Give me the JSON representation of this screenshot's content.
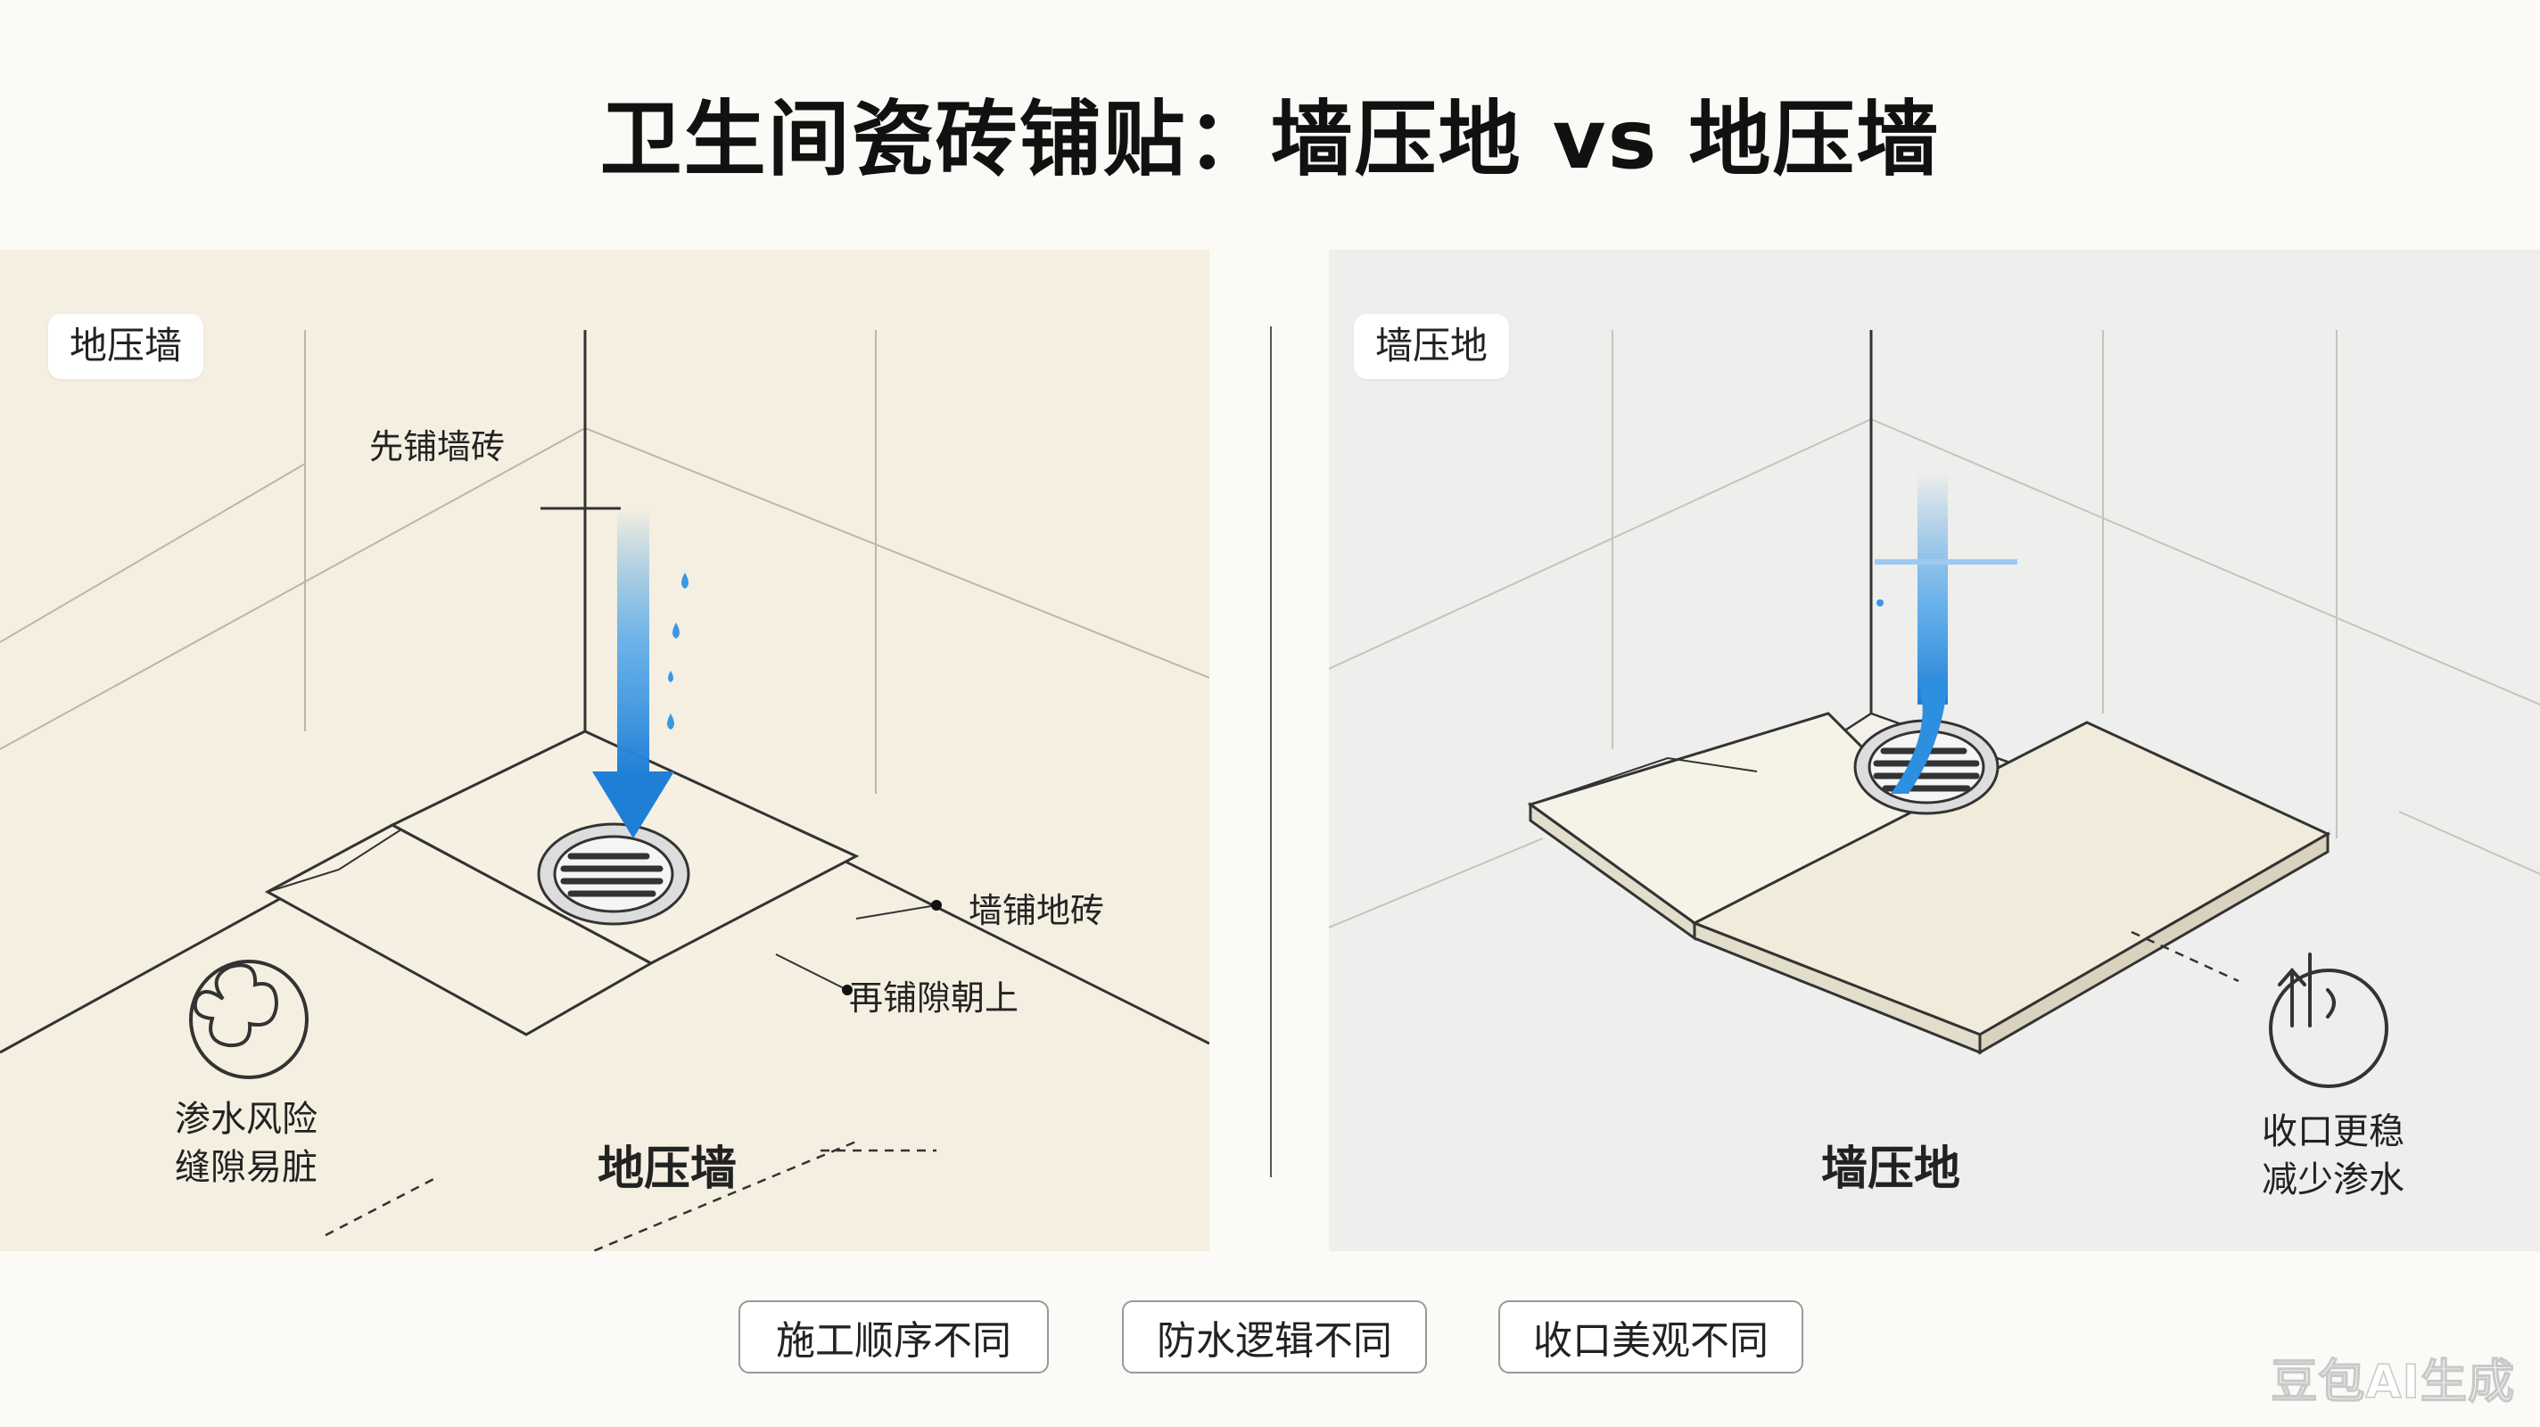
{
  "title": "卫生间瓷砖铺贴：墙压地 vs 地压墙",
  "left_panel": {
    "tag": "地压墙",
    "labels": {
      "first_wall": "先铺墙砖",
      "wall_floor": "墙铺地砖",
      "gap_up": "再铺隙朝上"
    },
    "caption": "地压墙",
    "note": [
      "渗水风险",
      "缝隙易脏"
    ],
    "icon": "leak-risk-icon"
  },
  "right_panel": {
    "tag": "墙压地",
    "caption": "墙压地",
    "note": [
      "收口更稳",
      "减少渗水"
    ],
    "icon": "water-flow-icon"
  },
  "pills": [
    "施工顺序不同",
    "防水逻辑不同",
    "收口美观不同"
  ],
  "watermark": "豆包AI生成",
  "colors": {
    "left_bg": "#f4efe1",
    "right_bg": "#eeeeec",
    "water_blue": "#2d8fe0"
  }
}
